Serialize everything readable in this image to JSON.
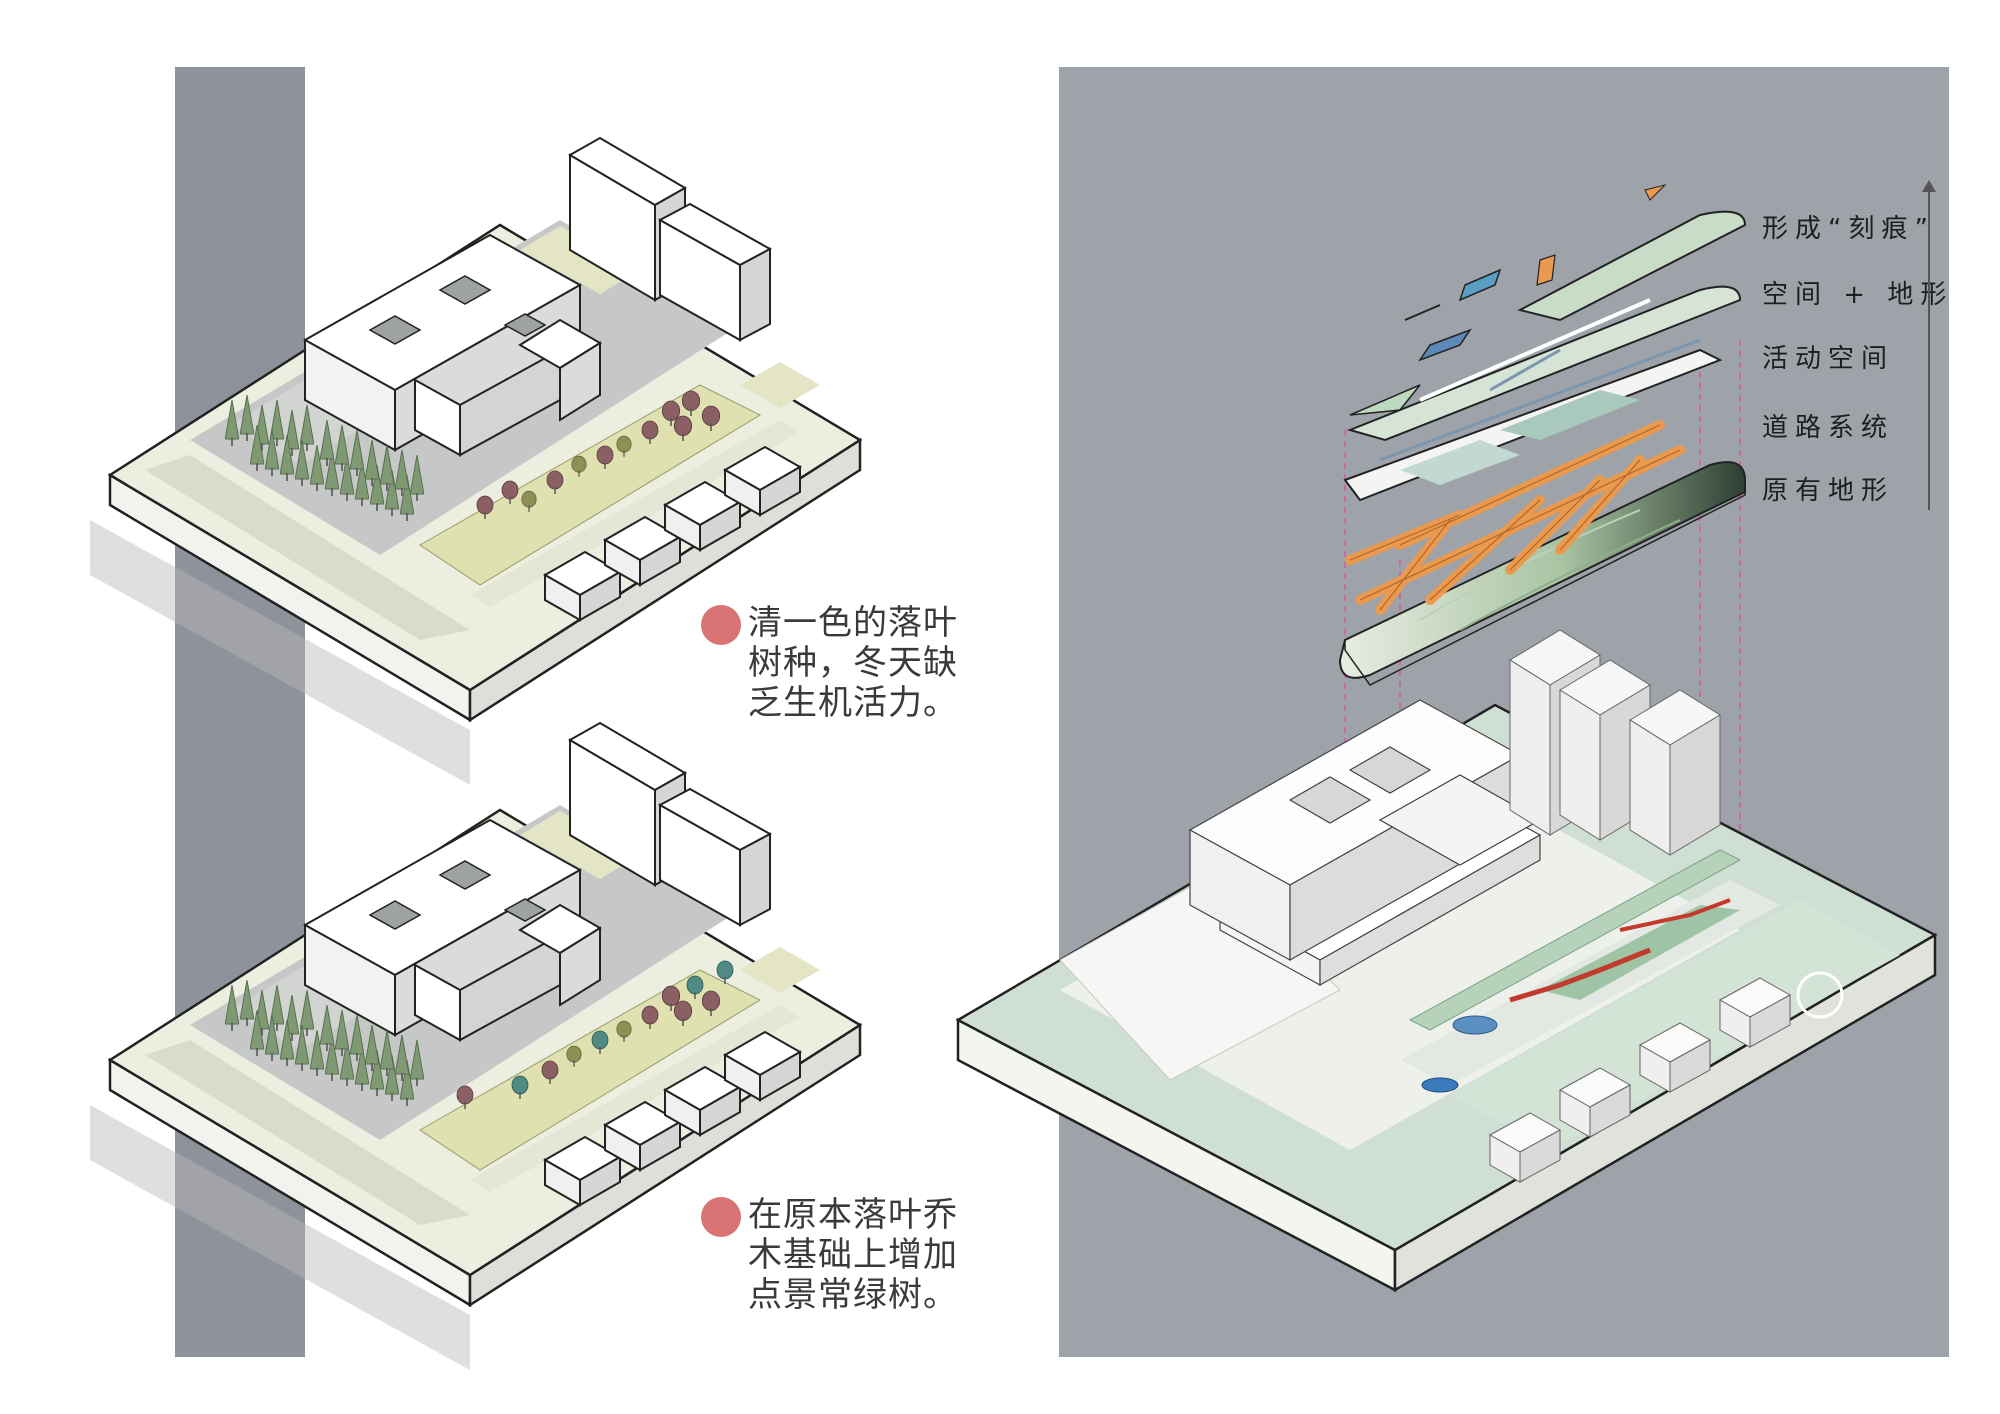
{
  "colors": {
    "panel_left": "#8e939b",
    "panel_right": "#9ea3aa",
    "accent_dot": "#d87474",
    "ground": "#eceee0",
    "grass": "#dfe2b0",
    "road": "#c6c8c8",
    "path_orange": "#e99a4f",
    "guide_pink": "#d65a9a"
  },
  "notes": {
    "top": "清一色的落叶树种，冬天缺乏生机活力。",
    "bottom": "在原本落叶乔木基础上增加点景常绿树。"
  },
  "layers": [
    {
      "label": "形成“刻痕”"
    },
    {
      "label": "空间 + 地形"
    },
    {
      "label": "活动空间"
    },
    {
      "label": "道路系统"
    },
    {
      "label": "原有地形"
    }
  ]
}
